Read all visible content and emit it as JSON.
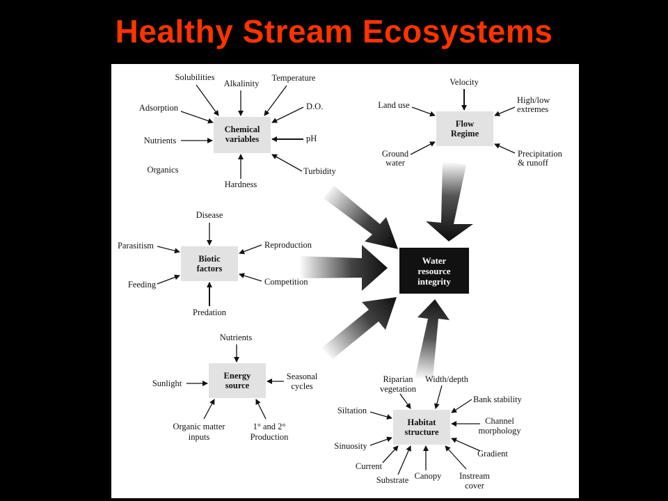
{
  "title": "Healthy Stream Ecosystems",
  "colors": {
    "title": "#ff3300",
    "background": "#000000",
    "panel": "#ffffff",
    "box": "#e2e2e2",
    "center_box": "#111111"
  },
  "center": {
    "line1": "Water",
    "line2": "resource",
    "line3": "integrity"
  },
  "chemical": {
    "box_line1": "Chemical",
    "box_line2": "variables",
    "solubilities": "Solubilities",
    "alkalinity": "Alkalinity",
    "temperature": "Temperature",
    "adsorption": "Adsorption",
    "do": "D.O.",
    "nutrients": "Nutrients",
    "ph": "pH",
    "organics": "Organics",
    "turbidity": "Turbidity",
    "hardness": "Hardness"
  },
  "flow": {
    "box_line1": "Flow",
    "box_line2": "Regime",
    "velocity": "Velocity",
    "land_use": "Land use",
    "highlow_1": "High/low",
    "highlow_2": "extremes",
    "ground_1": "Ground",
    "ground_2": "water",
    "precip_1": "Precipitation",
    "precip_2": "& runoff"
  },
  "biotic": {
    "box_line1": "Biotic",
    "box_line2": "factors",
    "disease": "Disease",
    "parasitism": "Parasitism",
    "reproduction": "Reproduction",
    "feeding": "Feeding",
    "competition": "Competition",
    "predation": "Predation"
  },
  "energy": {
    "box_line1": "Energy",
    "box_line2": "source",
    "nutrients": "Nutrients",
    "sunlight": "Sunlight",
    "seasonal_1": "Seasonal",
    "seasonal_2": "cycles",
    "organic_1": "Organic matter",
    "organic_2": "inputs",
    "production_1": "1° and 2°",
    "production_2": "Production"
  },
  "habitat": {
    "box_line1": "Habitat",
    "box_line2": "structure",
    "riparian_1": "Riparian",
    "riparian_2": "vegetation",
    "width_depth": "Width/depth",
    "bank_stability": "Bank stability",
    "siltation": "Siltation",
    "channel_1": "Channel",
    "channel_2": "morphology",
    "sinuosity": "Sinuosity",
    "gradient": "Gradient",
    "current": "Current",
    "substrate": "Substrate",
    "canopy": "Canopy",
    "instream_1": "Instream",
    "instream_2": "cover"
  }
}
